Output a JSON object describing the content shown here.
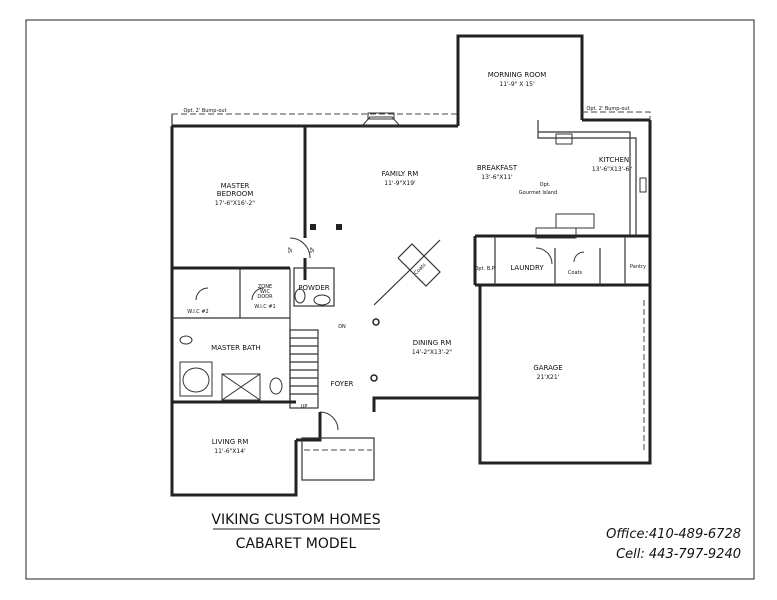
{
  "rooms": {
    "morning_room": {
      "name": "MORNING ROOM",
      "dim": "11'-9\" X 15'"
    },
    "family_rm": {
      "name": "FAMILY RM",
      "dim": "11'-9\"X19'"
    },
    "breakfast": {
      "name": "BREAKFAST",
      "dim": "13'-6\"X11'"
    },
    "kitchen": {
      "name": "KITCHEN",
      "dim": "13'-6\"X13'-6\""
    },
    "master_bedroom": {
      "name1": "MASTER",
      "name2": "BEDROOM",
      "dim": "17'-6\"X16'-2\""
    },
    "master_bath": {
      "name": "MASTER BATH"
    },
    "wic2": {
      "name": "W.I.C #2"
    },
    "wic1": {
      "name": "W.I.C #1"
    },
    "powder": {
      "name": "POWDER"
    },
    "dining_rm": {
      "name": "DINING RM",
      "dim": "14'-2\"X13'-2\""
    },
    "garage": {
      "name": "GARAGE",
      "dim": "21'X21'"
    },
    "foyer": {
      "name": "FOYER"
    },
    "living_rm": {
      "name": "LIVING RM",
      "dim": "11'-6\"X14'"
    },
    "laundry": {
      "name": "LAUNDRY"
    },
    "pantry": {
      "name": "Pantry"
    }
  },
  "notes": {
    "bumpout_left": "Opt. 2' Bump-out",
    "bumpout_right": "Opt. 2' Bump-out",
    "opt_island_1": "Opt.",
    "opt_island_2": "Gourmet Island",
    "coats_1": "Coats",
    "coats_2": "Coats",
    "opt_bp": "Opt. B.P.",
    "up": "UP",
    "dn": "DN",
    "sf1": "SF",
    "sf2": "SF",
    "wic_note1": "ZONE",
    "wic_note2": "WIC",
    "wic_note3": "DOOR"
  },
  "title_block": {
    "company": "VIKING CUSTOM HOMES",
    "model": "CABARET MODEL"
  },
  "contact": {
    "office": "Office:410-489-6728",
    "cell": "Cell: 443-797-9240"
  }
}
